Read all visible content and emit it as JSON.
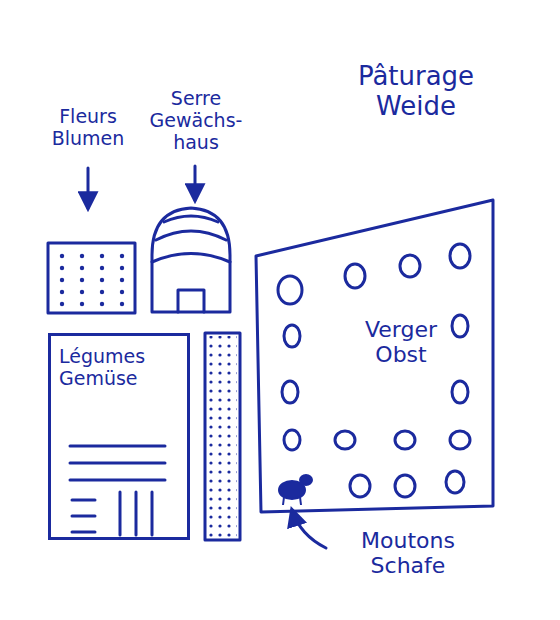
{
  "diagram": {
    "nodes": [
      {
        "text": [
          "Pâturage Weide",
          "Verger Obst"
        ]
      },
      {
        "text": [
          "Légumes Gemüse"
        ]
      }
    ],
    "labels": [
      "Fleurs Blumen",
      "Serre Gewächs- haus",
      "Moutons Schafe"
    ]
  }
}
